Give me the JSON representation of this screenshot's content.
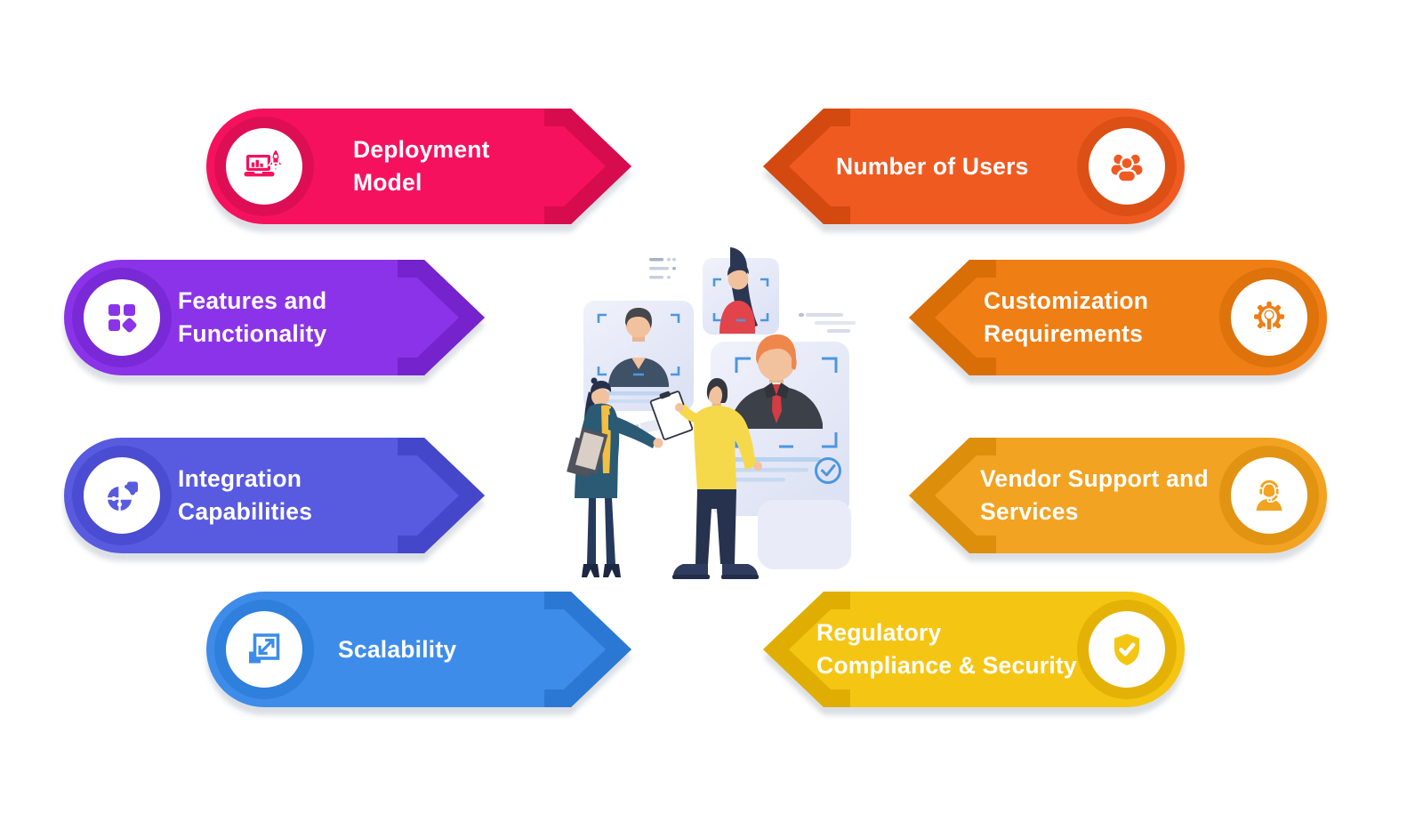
{
  "banners": [
    {
      "label_lines": [
        "Deployment",
        "Model"
      ],
      "icon": "laptop-rocket-icon",
      "color": "#F6115E",
      "band": "#D60C4E",
      "ring": "#DE0E55"
    },
    {
      "label_lines": [
        "Features and",
        "Functionality"
      ],
      "icon": "app-grid-icon",
      "color": "#8B33E8",
      "band": "#7523CD",
      "ring": "#7A29D6"
    },
    {
      "label_lines": [
        "Integration",
        "Capabilities"
      ],
      "icon": "puzzle-icon",
      "color": "#585AE0",
      "band": "#4547CB",
      "ring": "#4A4CD2"
    },
    {
      "label_lines": [
        "Scalability"
      ],
      "icon": "expand-icon",
      "color": "#3E8CE9",
      "band": "#2B78D4",
      "ring": "#2F7FDC"
    },
    {
      "label_lines": [
        "Number of Users"
      ],
      "icon": "users-group-icon",
      "color": "#EF5A21",
      "band": "#D3490F",
      "ring": "#DC4F15"
    },
    {
      "label_lines": [
        "Customization",
        "Requirements"
      ],
      "icon": "gear-wrench-icon",
      "color": "#EF7E14",
      "band": "#D96D06",
      "ring": "#DE720B"
    },
    {
      "label_lines": [
        "Vendor Support and",
        "Services"
      ],
      "icon": "headset-support-icon",
      "color": "#F2A322",
      "band": "#DD8E0B",
      "ring": "#E29312"
    },
    {
      "label_lines": [
        "Regulatory",
        "Compliance & Security"
      ],
      "icon": "shield-check-icon",
      "color": "#F5C513",
      "band": "#E0AE03",
      "ring": "#E4B207"
    }
  ],
  "illustration": {
    "name": "people-discussing-candidate-profiles"
  }
}
